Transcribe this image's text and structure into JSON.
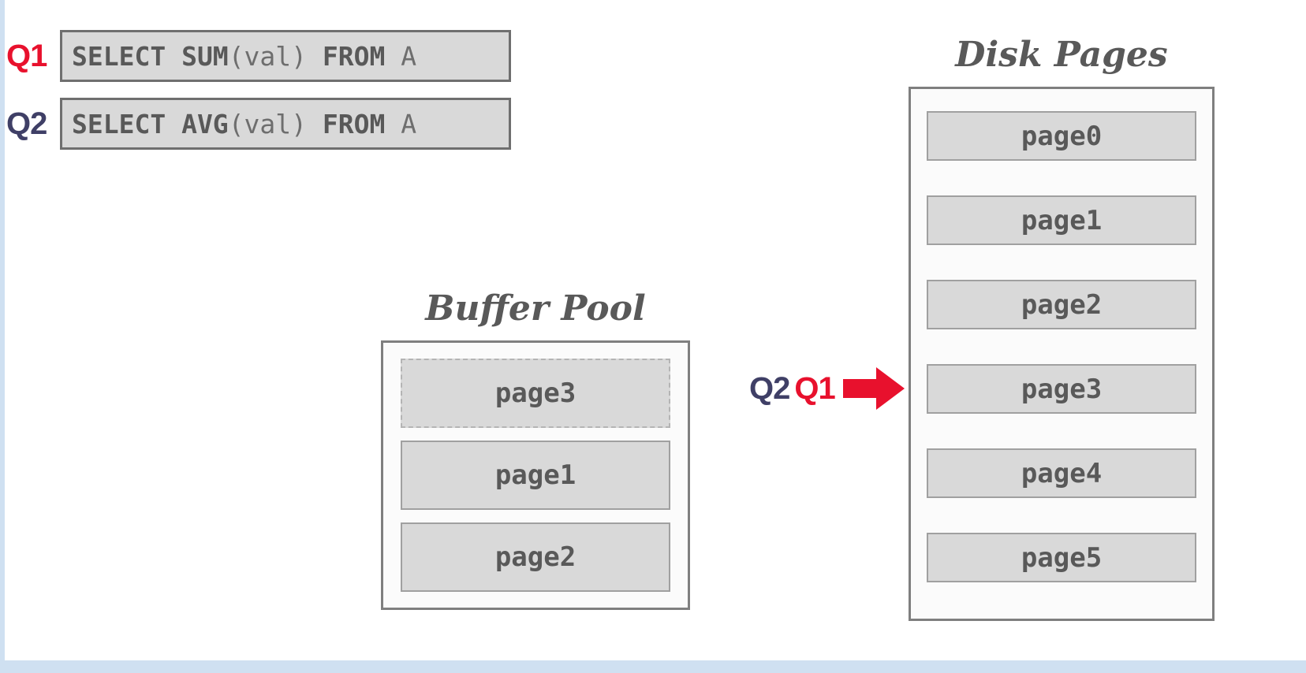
{
  "slide": {
    "queries": [
      {
        "label": "Q1",
        "sql": {
          "s0": "SELECT SUM",
          "s1": "(val)",
          "s2": " FROM",
          "s3": " A"
        }
      },
      {
        "label": "Q2",
        "sql": {
          "s0": "SELECT AVG",
          "s1": "(val)",
          "s2": " FROM",
          "s3": " A"
        }
      }
    ],
    "buffer_pool": {
      "title": "Buffer Pool",
      "pages": [
        "page3",
        "page1",
        "page2"
      ]
    },
    "disk": {
      "title": "Disk Pages",
      "pages": [
        "page0",
        "page1",
        "page2",
        "page3",
        "page4",
        "page5"
      ]
    },
    "fetch_request": {
      "q2_label": "Q2",
      "q1_label": "Q1",
      "arrow_icon": "right-block-arrow"
    },
    "colors": {
      "q1_red": "#e8112d",
      "q2_navy": "#3f3f66",
      "text_gray": "#595959",
      "box_fill": "#d9d9d9",
      "box_border": "#7f7f7f",
      "background_blue": "#cfe0f1"
    }
  }
}
